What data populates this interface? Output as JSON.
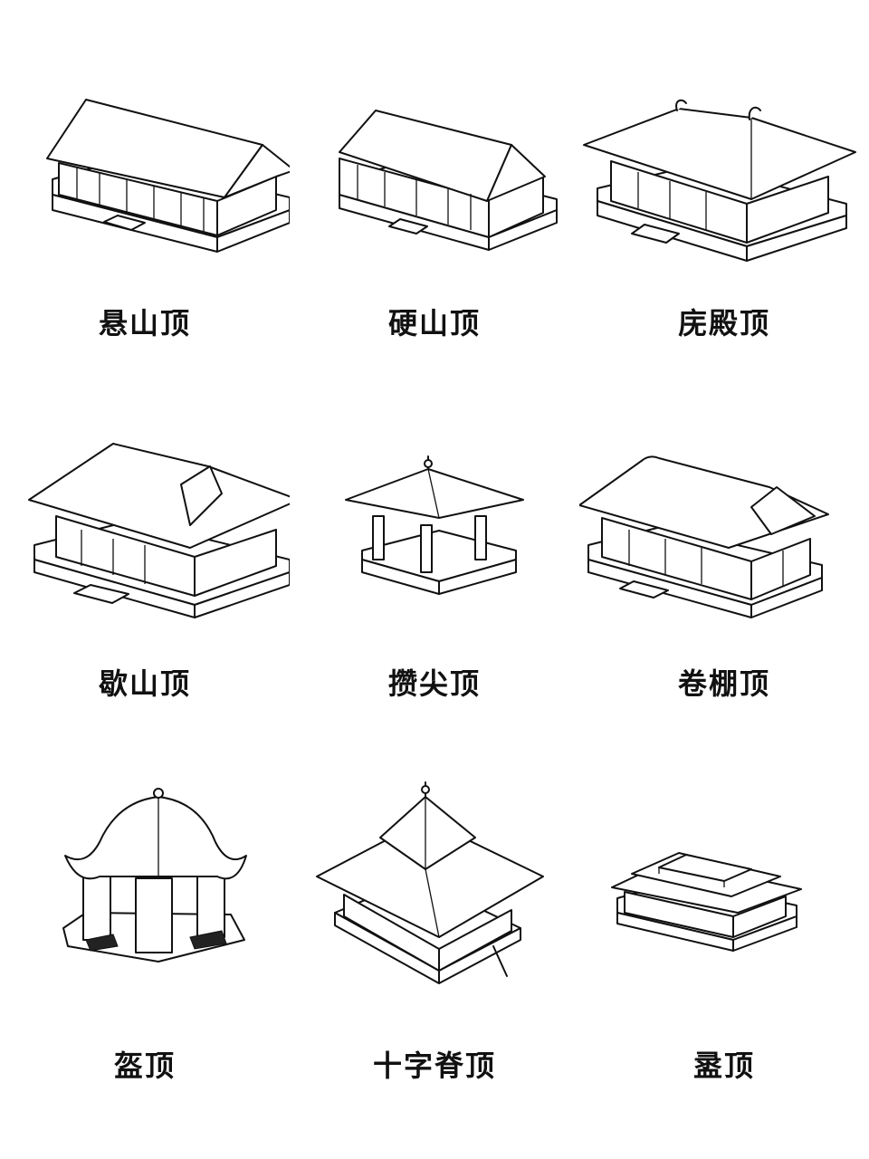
{
  "roof_types": [
    {
      "label": "悬山顶",
      "icon": "overhanging-gable-roof-drawing"
    },
    {
      "label": "硬山顶",
      "icon": "flush-gable-roof-drawing"
    },
    {
      "label": "庑殿顶",
      "icon": "hip-roof-drawing"
    },
    {
      "label": "歇山顶",
      "icon": "hip-and-gable-roof-drawing"
    },
    {
      "label": "攒尖顶",
      "icon": "pyramidal-roof-drawing"
    },
    {
      "label": "卷棚顶",
      "icon": "round-ridge-roof-drawing"
    },
    {
      "label": "盔顶",
      "icon": "helmet-roof-drawing"
    },
    {
      "label": "十字脊顶",
      "icon": "cross-ridge-roof-drawing"
    },
    {
      "label": "盝顶",
      "icon": "flat-top-roof-drawing"
    }
  ]
}
